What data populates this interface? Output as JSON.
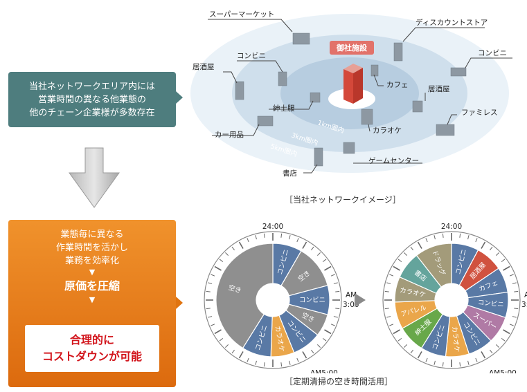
{
  "callout": {
    "lines": [
      "当社ネットワークエリア内には",
      "営業時間の異なる他業態の",
      "他のチェーン企業様が多数存在"
    ]
  },
  "process": {
    "lines": [
      "業態毎に異なる",
      "作業時間を活かし",
      "業務を効率化"
    ],
    "arrow1": "▼",
    "middle": "原価を圧縮",
    "arrow2": "▼",
    "result_lines": [
      "合理的に",
      "コストダウンが可能"
    ]
  },
  "network": {
    "caption": "［当社ネットワークイメージ］",
    "center_label": "御社施設",
    "rings": [
      "1km圏内",
      "3km圏内",
      "5km圏内"
    ],
    "stores": [
      "スーパーマーケット",
      "ディスカウントストア",
      "コンビニ",
      "居酒屋",
      "コンビニ",
      "カフェ",
      "居酒屋",
      "紳士服",
      "ファミレス",
      "カラオケ",
      "カー用品",
      "ゲームセンター",
      "書店"
    ]
  },
  "clock": {
    "caption": "［定期清掃の空き時間活用］",
    "time_top": "24:00",
    "time_right": [
      "AM",
      "3:00"
    ],
    "time_bottom": "AM5:00",
    "before": [
      "コンビニ",
      "空き",
      "コンビニ",
      "空き",
      "コンビニ",
      "カラオケ",
      "コンビニ",
      "空き"
    ],
    "after": [
      "コンビニ",
      "居酒屋",
      "カフェ",
      "コンビニ",
      "スーパー",
      "コンビニ",
      "カラオケ",
      "コンビニ",
      "紳士服",
      "アパレル",
      "カラオケ",
      "書店",
      "ドラッグ"
    ],
    "colors": {
      "grey": "#8f8f8f",
      "blue": "#5979a5",
      "orange": "#eaa64a",
      "red": "#d0523f",
      "teal": "#64a49c",
      "purple": "#b07aa5",
      "green": "#68a84a",
      "tan": "#a39b7a",
      "sky": "#75aacb"
    }
  }
}
